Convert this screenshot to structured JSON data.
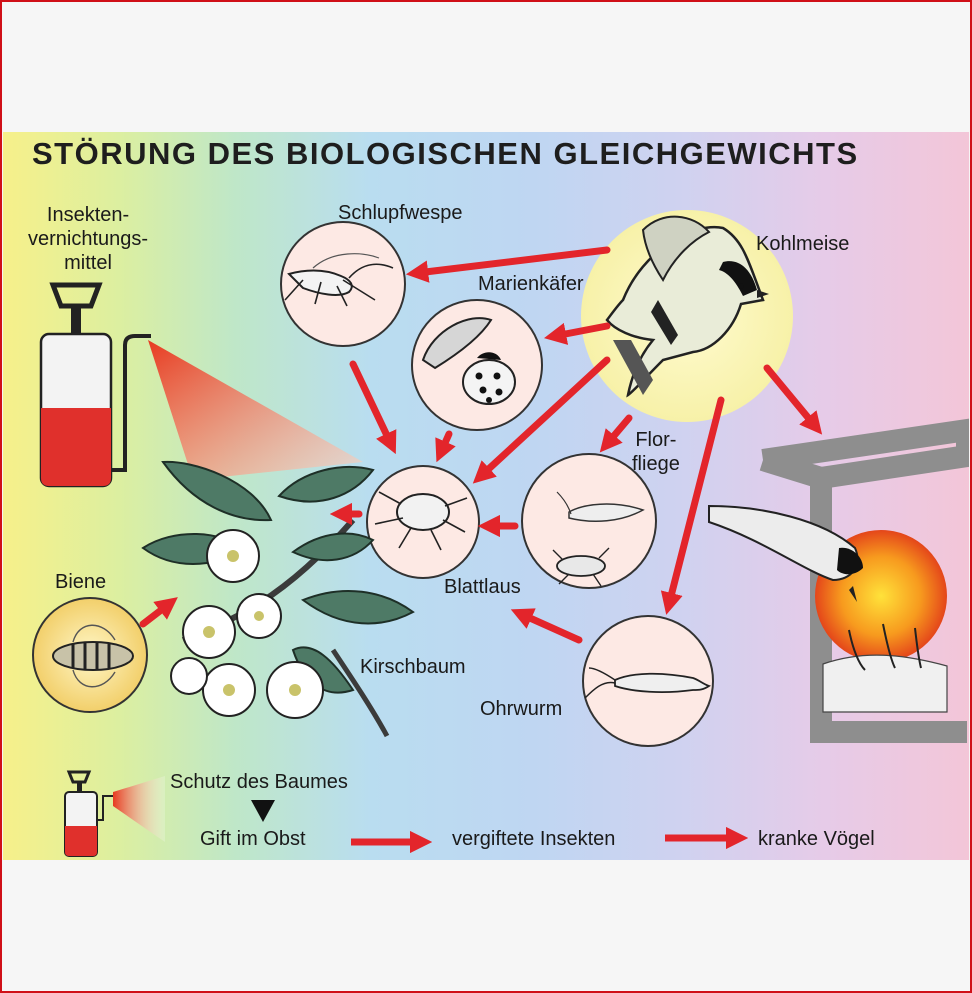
{
  "title": "STÖRUNG DES BIOLOGISCHEN GLEICHGEWICHTS",
  "labels": {
    "insecticide": [
      "Insekten-",
      "vernichtungs-",
      "mittel"
    ],
    "schlupfwespe": "Schlupfwespe",
    "marienkaefer": "Marienkäfer",
    "kohlmeise": "Kohlmeise",
    "florfliege": [
      "Flor-",
      "fliege"
    ],
    "blattlaus": "Blattlaus",
    "biene": "Biene",
    "kirschbaum": "Kirschbaum",
    "ohrwurm": "Ohrwurm"
  },
  "legend": {
    "protection": "Schutz des Baumes",
    "step1": "Gift im Obst",
    "step2": "vergiftete Insekten",
    "step3": "kranke Vögel"
  },
  "colors": {
    "arrow": "#e3252b",
    "liquid": "#e0302c",
    "tree_leaf": "#4e7a66",
    "bird_halo": "#fbf6b8",
    "nest_sun": "#f08a1c"
  }
}
